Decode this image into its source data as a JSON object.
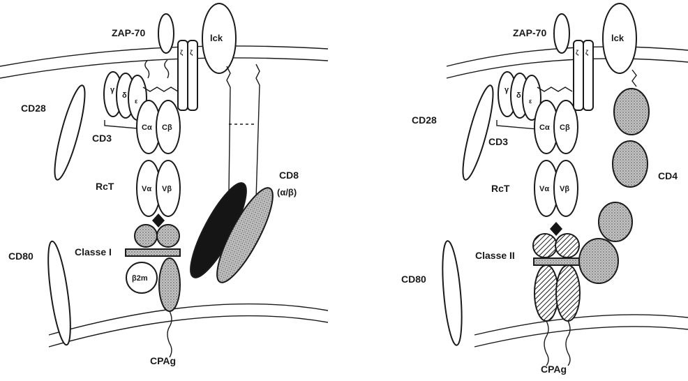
{
  "panel_left": {
    "zap70": "ZAP-70",
    "lck": "lck",
    "zeta": "ζ",
    "cd28": "CD28",
    "cd3": "CD3",
    "gamma": "γ",
    "delta": "δ",
    "epsilon": "ε",
    "c_alpha": "Cα",
    "c_beta": "Cβ",
    "rct": "RcT",
    "v_alpha": "Vα",
    "v_beta": "Vβ",
    "cd8": "CD8",
    "cd8_sub": "(α/β)",
    "mhc": "Classe I",
    "b2m": "β2m",
    "cd80": "CD80",
    "cpag": "CPAg"
  },
  "panel_right": {
    "zap70": "ZAP-70",
    "lck": "lck",
    "zeta": "ζ",
    "cd28": "CD28",
    "cd3": "CD3",
    "gamma": "γ",
    "delta": "δ",
    "epsilon": "ε",
    "c_alpha": "Cα",
    "c_beta": "Cβ",
    "rct": "RcT",
    "v_alpha": "Vα",
    "v_beta": "Vβ",
    "cd4": "CD4",
    "mhc": "Classe II",
    "cd80": "CD80",
    "cpag": "CPAg"
  },
  "colors": {
    "ink": "#1a1a1a",
    "grey_fill": "#b9b9b9",
    "dark_fill": "#151515"
  }
}
